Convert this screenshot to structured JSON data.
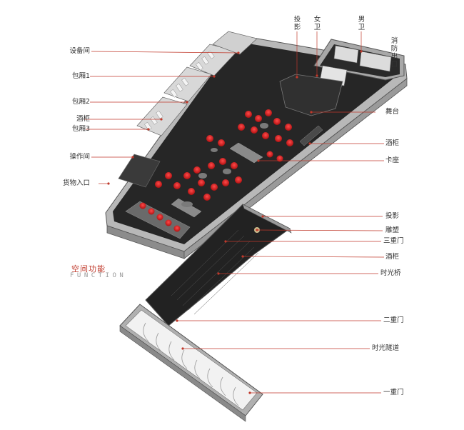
{
  "colors": {
    "accent_red": "#d01f1f",
    "leader_red": "#c0392b",
    "floor_dark": "#262626",
    "wall_grey": "#8c8c8c"
  },
  "legend": {
    "title": "空间功能",
    "subtitle": "FUNCTION"
  },
  "labels_left": [
    {
      "id": "equipment-room",
      "text": "设备间"
    },
    {
      "id": "private-room-1",
      "text": "包厢1"
    },
    {
      "id": "private-room-2",
      "text": "包厢2"
    },
    {
      "id": "wine-cabinet-left",
      "text": "酒柜"
    },
    {
      "id": "private-room-3",
      "text": "包厢3"
    },
    {
      "id": "operation-room",
      "text": "操作间"
    },
    {
      "id": "goods-entrance",
      "text": "货物入口"
    }
  ],
  "labels_top": [
    {
      "id": "projection-top",
      "text": "投影"
    },
    {
      "id": "female-restroom",
      "text": "女卫"
    },
    {
      "id": "male-restroom",
      "text": "男卫"
    },
    {
      "id": "fire-exit",
      "text": "消防出口"
    }
  ],
  "labels_right": [
    {
      "id": "stage",
      "text": "舞台"
    },
    {
      "id": "wine-cabinet-right-1",
      "text": "酒柜"
    },
    {
      "id": "booth",
      "text": "卡座"
    },
    {
      "id": "projection-right",
      "text": "投影"
    },
    {
      "id": "sculpture",
      "text": "雕塑"
    },
    {
      "id": "third-door",
      "text": "三重门"
    },
    {
      "id": "wine-cabinet-right-2",
      "text": "酒柜"
    },
    {
      "id": "time-bridge",
      "text": "时光桥"
    },
    {
      "id": "second-door",
      "text": "二重门"
    },
    {
      "id": "time-tunnel",
      "text": "时光隧道"
    },
    {
      "id": "first-door",
      "text": "一重门"
    }
  ]
}
